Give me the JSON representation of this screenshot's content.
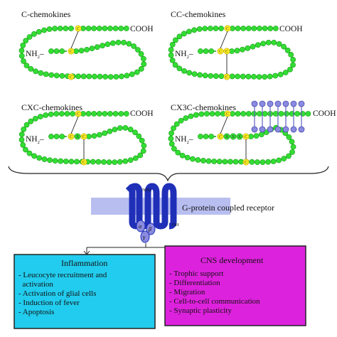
{
  "panels": {
    "c": {
      "title": "C-chemokines",
      "cooh": "COOH",
      "nh2": "NH",
      "nh2_sub": "2",
      "motif": [
        "C"
      ]
    },
    "cc": {
      "title": "CC-chemokines",
      "cooh": "COOH",
      "nh2": "NH",
      "nh2_sub": "2",
      "motif": [
        "C",
        "C"
      ]
    },
    "cxc": {
      "title": "CXC-chemokines",
      "cooh": "COOH",
      "nh2": "NH",
      "nh2_sub": "2",
      "motif": [
        "C",
        "X",
        "C"
      ]
    },
    "cx3c": {
      "title": "CX3C-chemokines",
      "cooh": "COOH",
      "nh2": "NH",
      "nh2_sub": "2",
      "motif": [
        "C",
        "X",
        "X",
        "X",
        "C"
      ]
    }
  },
  "receptor": {
    "label": "G-protein coupled receptor",
    "nh2": "NH2",
    "oh": "OH",
    "subunits": [
      "α",
      "β",
      "γ"
    ]
  },
  "colors": {
    "bead": "#33dd33",
    "bead_stroke": "#1a9a1a",
    "cys": "#ffee22",
    "membrane": "#b8bef0",
    "receptor": "#1f2fb8",
    "lipid": "#8a8ae0",
    "inflammation_box": "#22ccee",
    "cns_box": "#dd22dd"
  },
  "boxes": {
    "inflammation": {
      "title": "Inflammation",
      "items": [
        "- Leucocyte recruitment and",
        "  activation",
        "- Activation of glial cells",
        "- Induction of fever",
        "- Apoptosis"
      ]
    },
    "cns": {
      "title": "CNS development",
      "items": [
        "- Trophic support",
        "- Differentiation",
        "- Migration",
        "- Cell-to-cell communication",
        "- Synaptic plasticity"
      ]
    }
  }
}
